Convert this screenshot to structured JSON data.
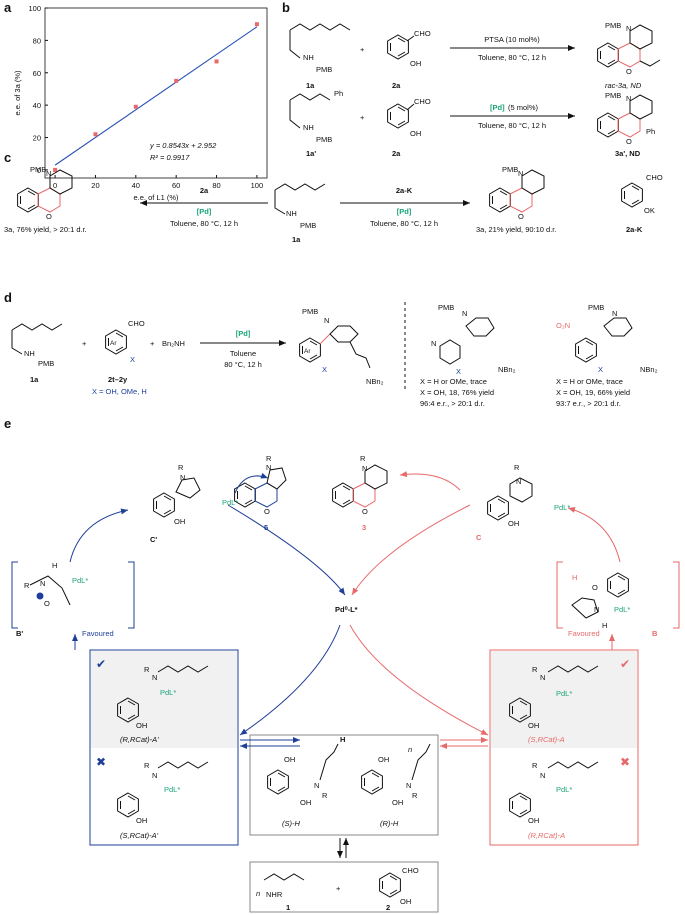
{
  "panels": {
    "a": "a",
    "b": "b",
    "c": "c",
    "d": "d",
    "e": "e"
  },
  "chart_data": {
    "type": "scatter",
    "x": [
      0,
      20,
      40,
      60,
      80,
      100
    ],
    "y": [
      0,
      22,
      39,
      55,
      67,
      90
    ],
    "xlim": [
      -5,
      105
    ],
    "ylim": [
      -5,
      100
    ],
    "xticks": [
      "0",
      "20",
      "40",
      "60",
      "80",
      "100"
    ],
    "yticks": [
      "0",
      "20",
      "40",
      "60",
      "80",
      "100"
    ],
    "xlabel": "e.e. of L1 (%)",
    "ylabel": "e.e. of 3a (%)",
    "fit_slope": 0.8543,
    "fit_intercept": 2.952,
    "equation": "y = 0.8543x + 2.952",
    "r2": "R² = 0.9917",
    "grid": false
  },
  "panel_b": {
    "row1": {
      "amine": "1a",
      "amine_sub": "PMB",
      "amine_atom": "NH",
      "plus": "+",
      "aldehyde": "2a",
      "aldehyde_cho": "CHO",
      "aldehyde_oh": "OH",
      "condition_top": "PTSA (10 mol%)",
      "condition_bottom": "Toluene, 80 °C, 12 h",
      "product": "rac-3a, ND",
      "product_pmb": "PMB",
      "product_n": "N",
      "product_o": "O"
    },
    "row2": {
      "amine": "1a'",
      "amine_sub": "PMB",
      "amine_atom": "NH",
      "ph": "Ph",
      "plus": "+",
      "aldehyde": "2a",
      "aldehyde_cho": "CHO",
      "aldehyde_oh": "OH",
      "condition_cat": "[Pd]",
      "condition_top": "(5 mol%)",
      "condition_bottom": "Toluene, 80 °C, 12 h",
      "product": "3a', ND",
      "product_pmb": "PMB",
      "product_n": "N",
      "product_o": "O",
      "product_ph": "Ph"
    }
  },
  "panel_c": {
    "left_reagent": "2a",
    "left_cat": "[Pd]",
    "left_cond": "Toluene, 80 °C, 12 h",
    "left_product": "3a, 76% yield, > 20:1 d.r.",
    "center": "1a",
    "center_sub": "PMB",
    "center_atom": "NH",
    "right_reagent": "2a-K",
    "right_cat": "[Pd]",
    "right_cond": "Toluene, 80 °C, 12 h",
    "right_product": "3a, 21% yield, 90:10 d.r.",
    "salt": "2a-K",
    "salt_cho": "CHO",
    "salt_ok": "OK",
    "pmb": "PMB",
    "n": "N",
    "o": "O"
  },
  "panel_d": {
    "amine": "1a",
    "amine_sub": "PMB",
    "amine_atom": "NH",
    "plus1": "+",
    "plus2": "+",
    "aldehyde": "2t–2y",
    "aldehyde_note": "X = OH, OMe, H",
    "ar": "Ar",
    "x": "X",
    "cho": "CHO",
    "dibenzylamine": "Bn₂NH",
    "cat": "[Pd]",
    "solvent": "Toluene",
    "cond": "80 °C, 12 h",
    "product_pmb": "PMB",
    "product_n": "N",
    "product_ar": "Ar",
    "product_x": "X",
    "product_nbn": "NBn₂",
    "ex1_line1": "X = H or OMe, trace",
    "ex1_line2": "X = OH, 18, 76% yield",
    "ex1_line3": "96:4 e.r., > 20:1 d.r.",
    "ex2_line1": "X = H or OMe, trace",
    "ex2_line2": "X = OH, 19, 66% yield",
    "ex2_line3": "93:7 e.r., > 20:1 d.r.",
    "ex2_no2": "O₂N",
    "ex1_n_ring": "N"
  },
  "panel_e": {
    "c_prime": "C'",
    "c": "C",
    "p5": "5",
    "p3": "3",
    "pd_center": "Pd⁰-L*",
    "b_prime": "B'",
    "b": "B",
    "favoured_left": "Favoured",
    "favoured_right": "Favoured",
    "a_prime_good": "(R,RCat)-A'",
    "a_prime_bad": "(S,RCat)-A'",
    "a_good": "(S,RCat)-A",
    "a_bad": "(R,RCat)-A",
    "h_box": "H",
    "s_h": "(S)-H",
    "r_h": "(R)-H",
    "sm1": "1",
    "sm2": "2",
    "plus": "+",
    "pdl": "PdL*",
    "r": "R",
    "n": "N",
    "oh": "OH",
    "o": "O",
    "h": "H",
    "cho": "CHO",
    "nhr": "NHR",
    "n_idx": "n",
    "check": "✔",
    "cross": "✖",
    "colors": {
      "blue": "#1f3f99",
      "red": "#e8696a",
      "green": "#1aa37a"
    }
  }
}
